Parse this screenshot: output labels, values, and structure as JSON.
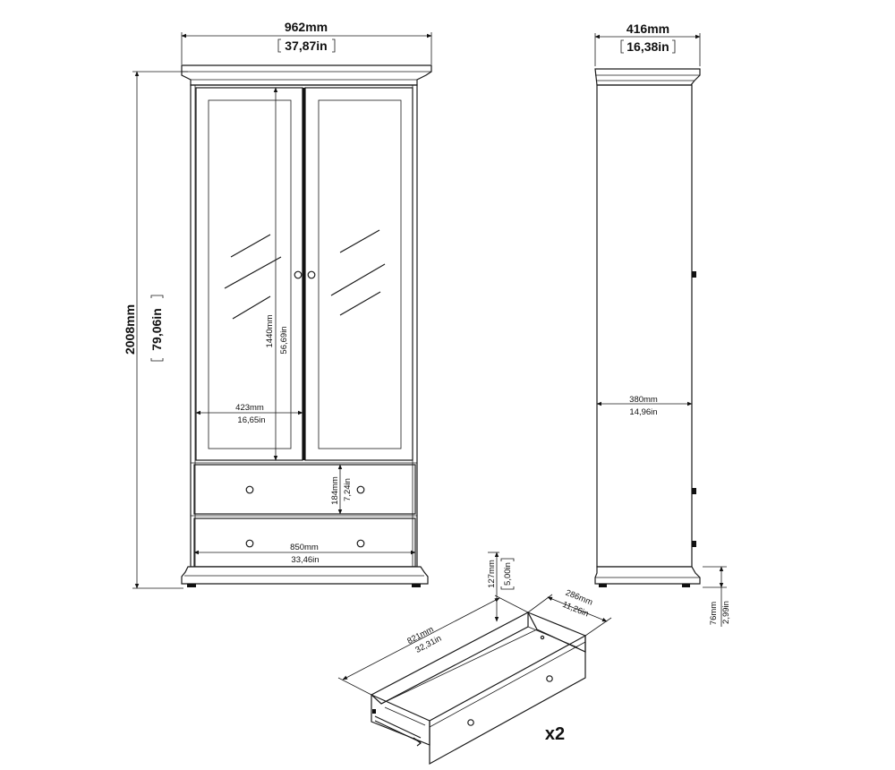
{
  "front": {
    "width_mm": "962mm",
    "width_in": "37,87in",
    "height_mm": "2008mm",
    "height_in": "79,06in",
    "glass_height_mm": "1440mm",
    "glass_height_in": "56,69in",
    "door_width_mm": "423mm",
    "door_width_in": "16,65in",
    "drawer_height_mm": "184mm",
    "drawer_height_in": "7,24in",
    "drawer_width_mm": "850mm",
    "drawer_width_in": "33,46in"
  },
  "side": {
    "depth_mm": "416mm",
    "depth_in": "16,38in",
    "inner_depth_mm": "380mm",
    "inner_depth_in": "14,96in",
    "leg_height_mm": "76mm",
    "leg_height_in": "2,99in"
  },
  "drawer": {
    "length_mm": "821mm",
    "length_in": "32,31in",
    "depth_mm": "286mm",
    "depth_in": "11,26in",
    "height_mm": "127mm",
    "height_in": "5,00in",
    "quantity": "x2"
  }
}
